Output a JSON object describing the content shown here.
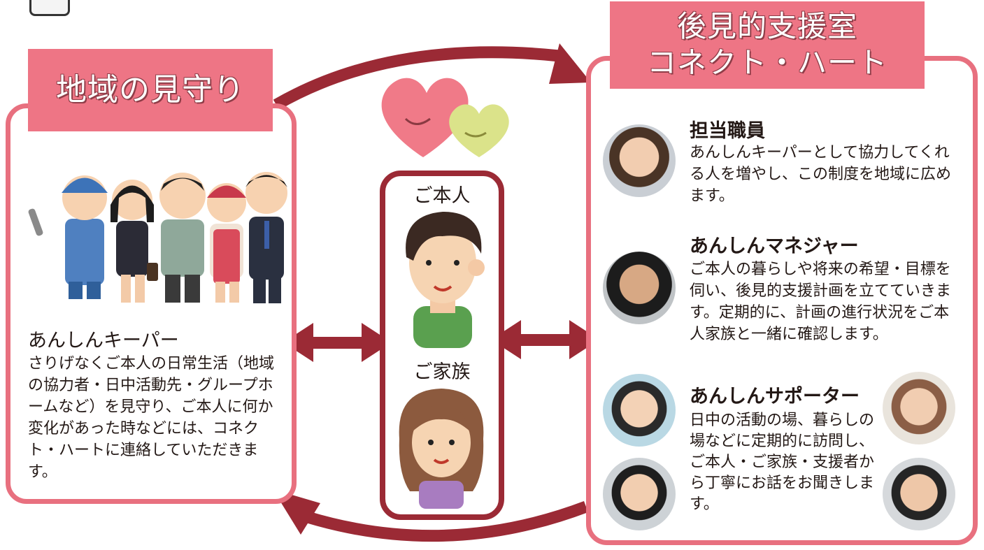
{
  "left_panel": {
    "title": "地域の見守り",
    "keeper": {
      "heading": "あんしんキーパー",
      "body": "さりげなくご本人の日常生活（地域の協力者・日中活動先・グループホームなど）を見守り、ご本人に何か変化があった時などには、コネクト・ハートに連絡していただきます。"
    },
    "illustration": "five-workers-illustration"
  },
  "right_panel": {
    "title_line1": "後見的支援室",
    "title_line2": "コネクト・ハート",
    "staff": {
      "heading": "担当職員",
      "body": "あんしんキーパーとして協力してくれる人を増やし、この制度を地域に広めます。"
    },
    "manager": {
      "heading": "あんしんマネジャー",
      "body": "ご本人の暮らしや将来の希望・目標を伺い、後見的支援計画を立てていきます。定期的に、計画の進行状況をご本人家族と一緒に確認します。"
    },
    "supporter": {
      "heading": "あんしんサポーター",
      "body": "日中の活動の場、暮らしの場などに定期的に訪問し、ご本人・ご家族・支援者から丁寧にお話をお聞きします。"
    }
  },
  "center": {
    "person_label": "ご本人",
    "family_label": "ご家族"
  },
  "colors": {
    "accent_pink": "#ee7585",
    "border_pink": "#e8707f",
    "arrow_red": "#9b2a35"
  }
}
